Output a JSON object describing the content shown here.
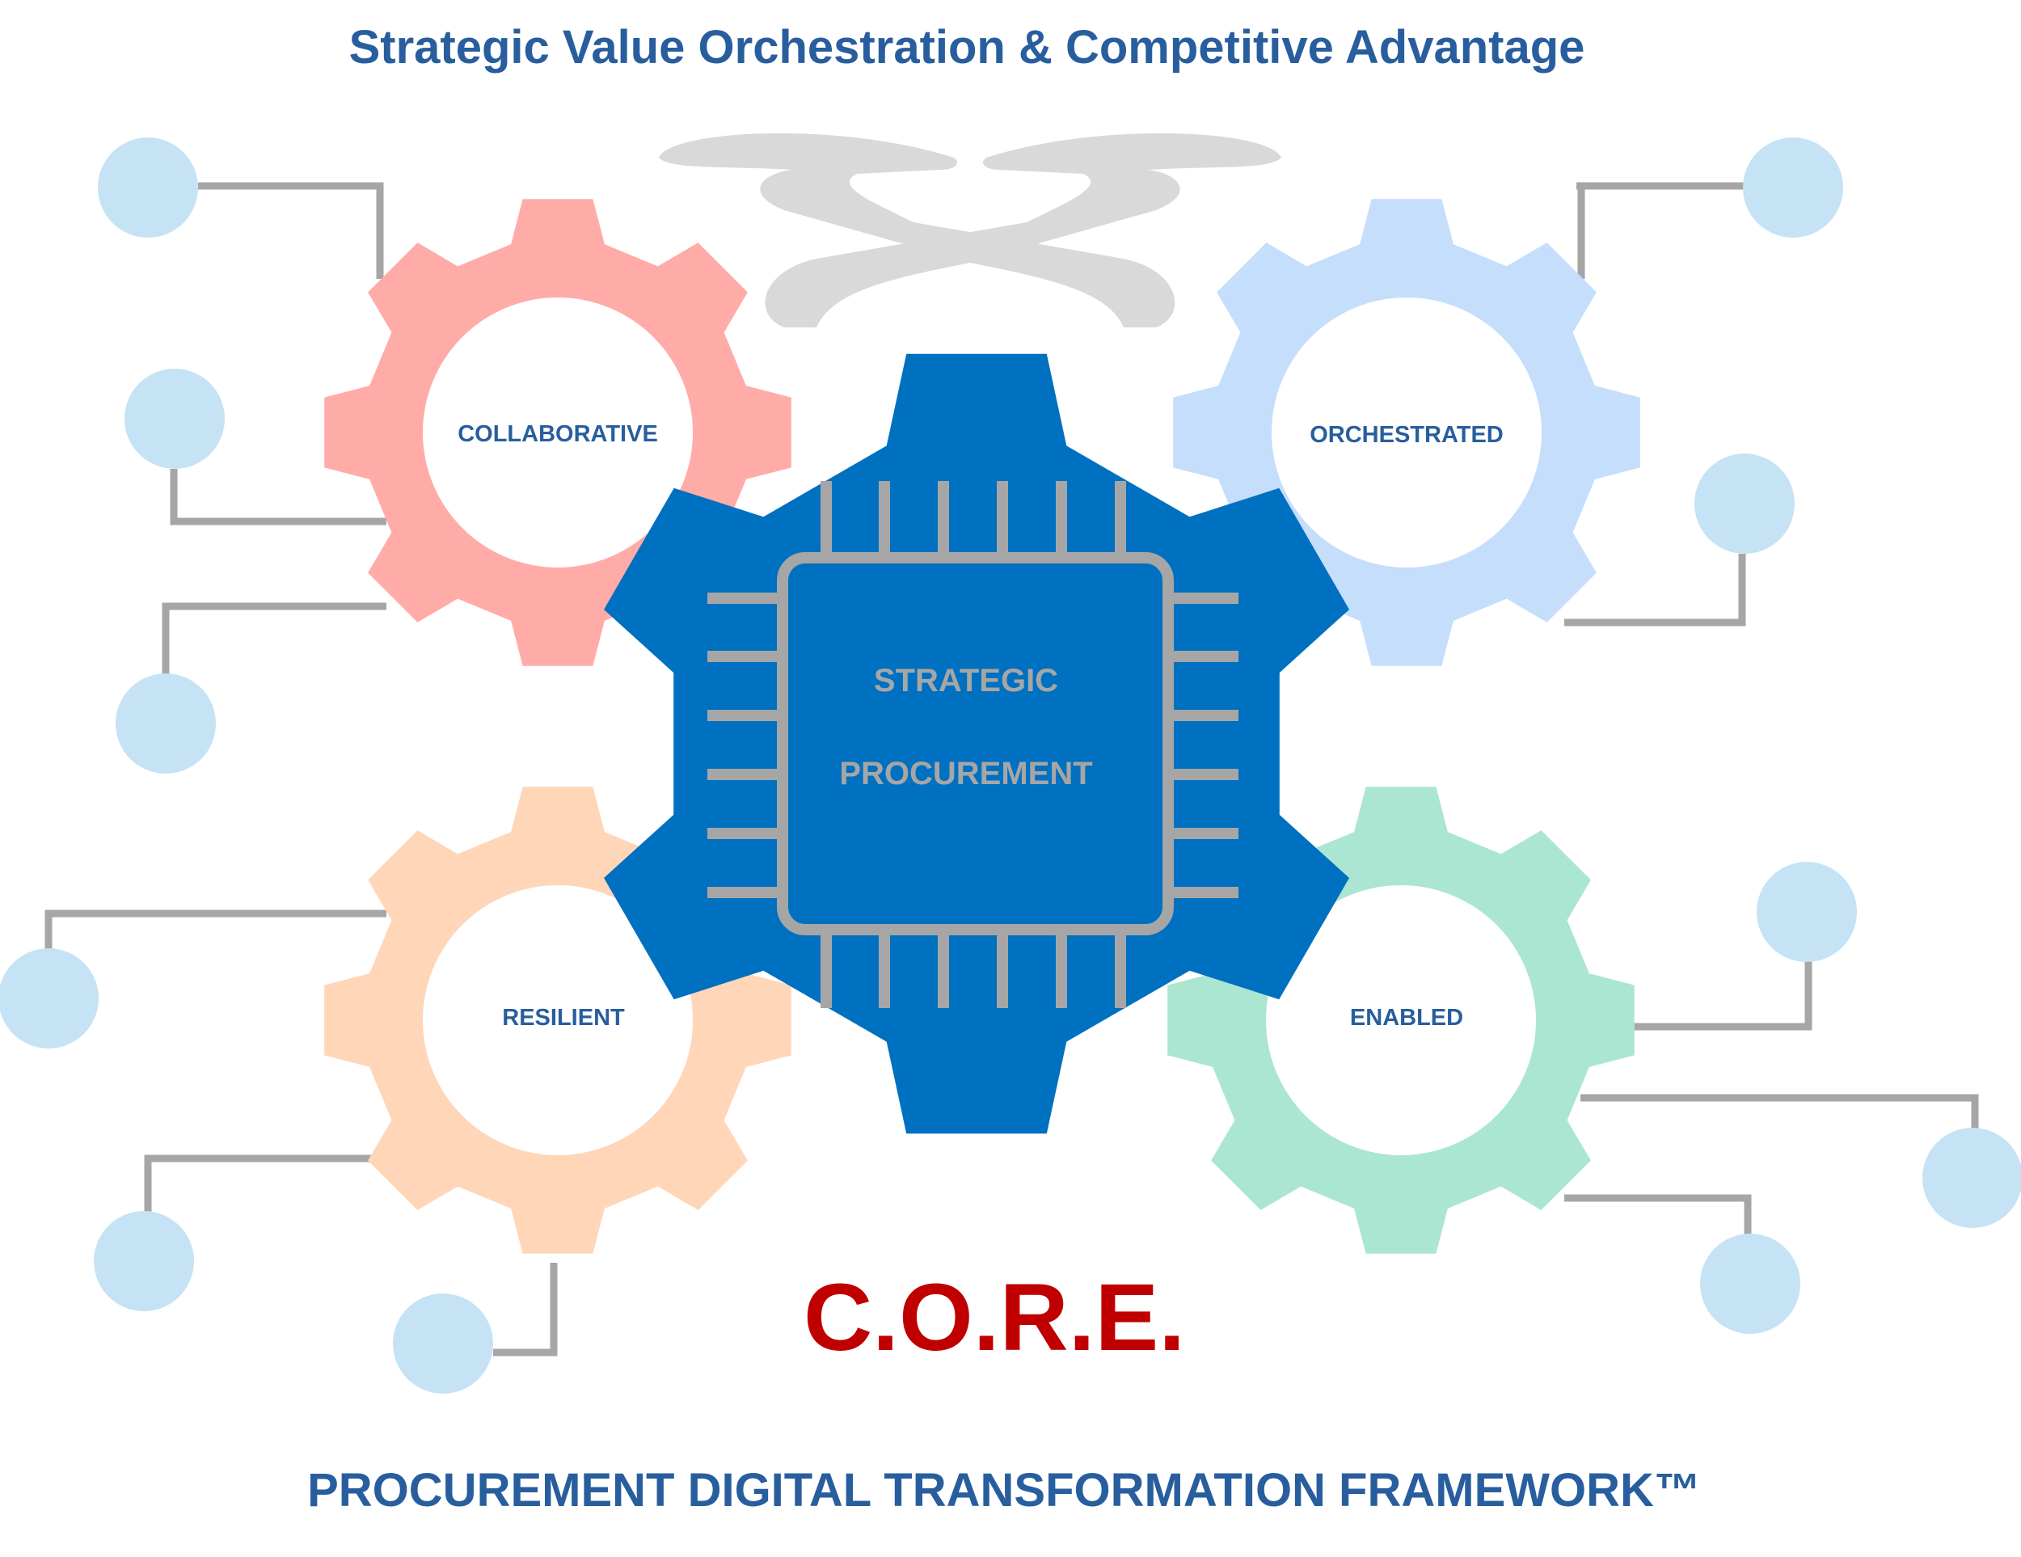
{
  "header": {
    "title": "Strategic Value Orchestration & Competitive Advantage"
  },
  "center": {
    "line1": "STRATEGIC",
    "line2": "PROCUREMENT"
  },
  "gears": {
    "top_left": {
      "label": "COLLABORATIVE",
      "color": "#FFACA8"
    },
    "top_right": {
      "label": "ORCHESTRATED",
      "color": "#C5DEFB"
    },
    "bottom_left": {
      "label": "RESILIENT",
      "color": "#FFD6B8"
    },
    "bottom_right": {
      "label": "ENABLED",
      "color": "#ABE6D3"
    }
  },
  "acronym": {
    "text": "C.O.R.E."
  },
  "footer": {
    "title": "PROCUREMENT DIGITAL TRANSFORMATION FRAMEWORK™"
  },
  "colors": {
    "title_blue": "#285E9E",
    "center_gear_blue": "#0070C0",
    "chip_gray": "#A6A6A6",
    "acronym_red": "#C00000",
    "node_blue": "#C5E3F4",
    "connector_gray": "#A6A6A6",
    "handshake_gray": "#D9D9D9"
  },
  "icons": [
    "handshake-icon",
    "microchip-icon"
  ]
}
